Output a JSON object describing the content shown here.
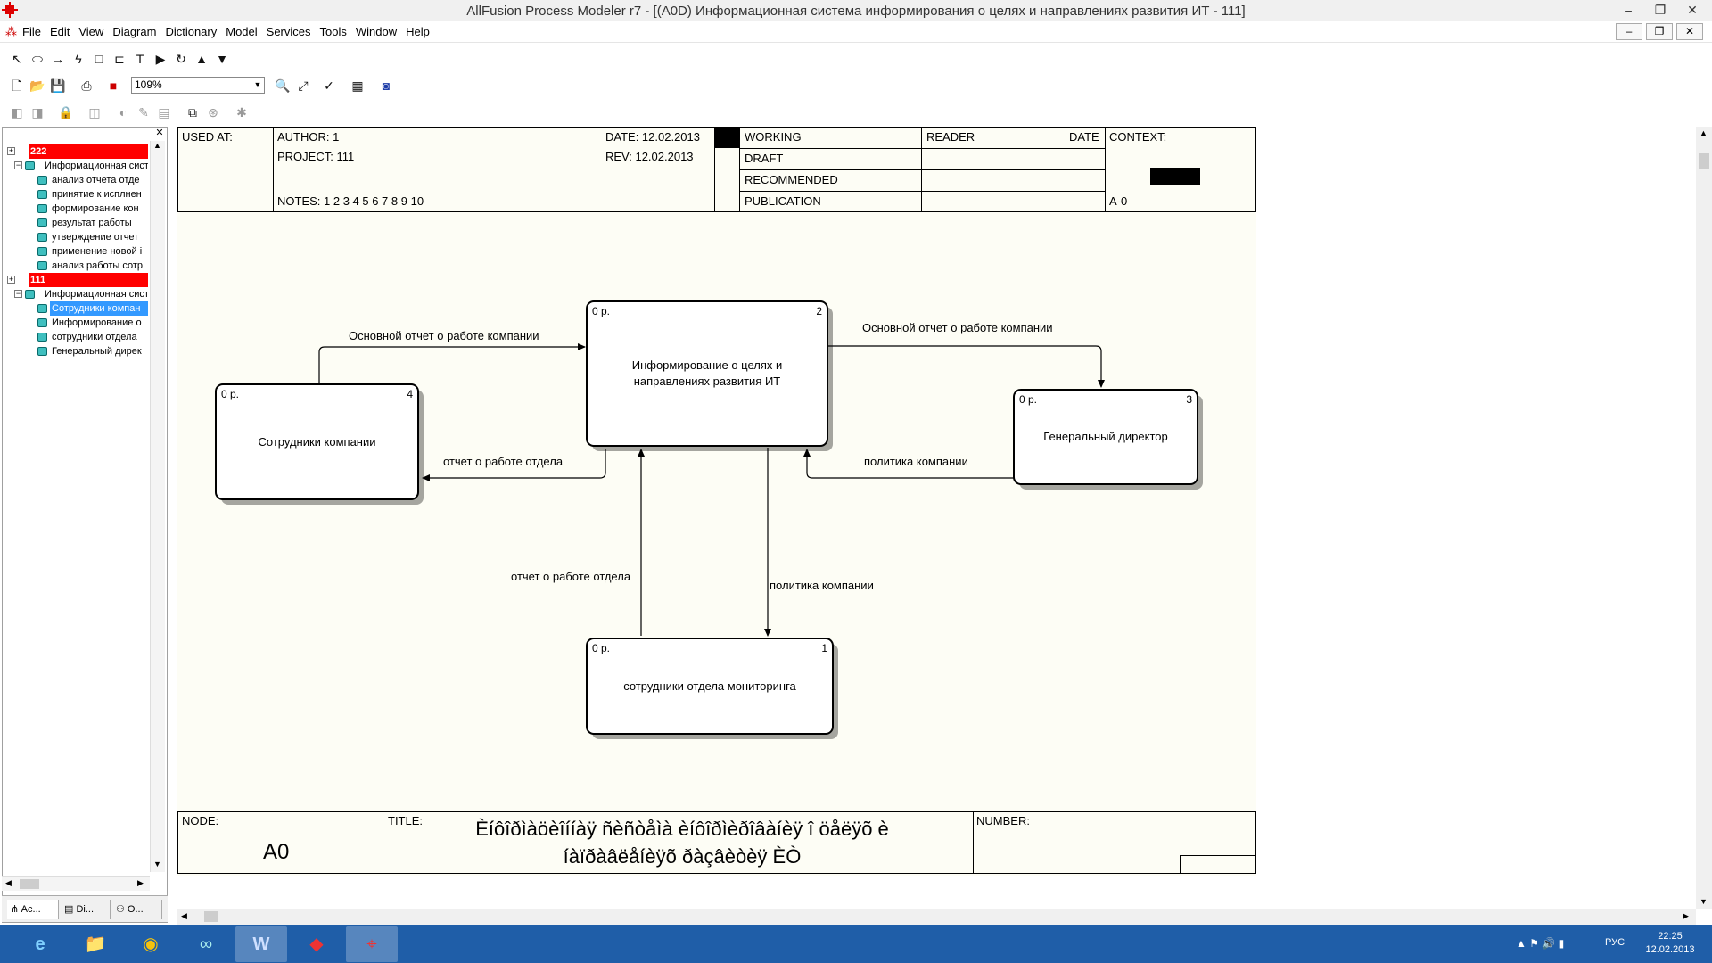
{
  "window": {
    "title": "AllFusion Process Modeler r7 - [(A0D) Информационная система информирования  о целях и направлениях развития ИТ  - 111]",
    "minimize": "–",
    "restore": "❐",
    "close": "✕"
  },
  "menubar": {
    "items": [
      "File",
      "Edit",
      "View",
      "Diagram",
      "Dictionary",
      "Model",
      "Services",
      "Tools",
      "Window",
      "Help"
    ],
    "mdi_minimize": "–",
    "mdi_restore": "❐",
    "mdi_close": "✕"
  },
  "toolbar": {
    "zoom": "109%"
  },
  "tree": {
    "models": [
      {
        "name": "222",
        "root": "Информационная сист",
        "children": [
          "анализ отчета  отде",
          "принятие к исплнен",
          "формирование  кон",
          "результат работы",
          "утверждение  отчет",
          "применение новой і",
          "анализ работы сотр"
        ]
      },
      {
        "name": "111",
        "root": "Информационная сист",
        "children": [
          "Сотрудники компан",
          "Информирование о",
          "сотрудники отдела",
          "Генеральный дирек"
        ]
      }
    ],
    "tabs": [
      "Ac...",
      "Di...",
      "O..."
    ]
  },
  "frame": {
    "used_at": "USED AT:",
    "author": "AUTHOR:  1",
    "project": "PROJECT:  111",
    "date": "DATE:  12.02.2013",
    "rev": "REV:    12.02.2013",
    "notes": "NOTES:  1  2  3  4  5  6  7  8  9  10",
    "working": "WORKING",
    "draft": "DRAFT",
    "recommended": "RECOMMENDED",
    "publication": "PUBLICATION",
    "reader": "READER",
    "reader_date": "DATE",
    "context": "CONTEXT:",
    "context_node": "A-0",
    "node_label": "NODE:",
    "node": "A0",
    "title_label": "TITLE:",
    "title_line1": "Èíôîðìàöèîííàÿ ñèñòåìà èíôîðìèðîâàíèÿ  î öåëÿõ è",
    "title_line2": "íàïðàâëåíèÿõ ðàçâèòèÿ ÈÒ",
    "number_label": "NUMBER:"
  },
  "boxes": {
    "b2": {
      "cost": "0 р.",
      "num": "2",
      "label": "Информирование о целях и направлениях развития ИТ"
    },
    "b4": {
      "cost": "0 р.",
      "num": "4",
      "label": "Сотрудники компании"
    },
    "b3": {
      "cost": "0 р.",
      "num": "3",
      "label": "Генеральный директор"
    },
    "b1": {
      "cost": "0 р.",
      "num": "1",
      "label": "сотрудники отдела мониторинга"
    }
  },
  "arrows": {
    "a1": "Основной отчет о работе компании",
    "a2": "Основной отчет о работе компании",
    "a3": "отчет о работе отдела",
    "a4": "политика компании",
    "a5": "отчет о работе отдела",
    "a6": "политика компании"
  },
  "taskbar": {
    "apps": [
      "e",
      "📁",
      "◉",
      "∞",
      "W",
      "◆",
      "⌖"
    ],
    "lang": "РУС",
    "time": "22:25",
    "date": "12.02.2013",
    "tray_icons": "▲  ⚑  🔊  ▮"
  },
  "colors": {
    "model_header": "#ff0000",
    "selection": "#3399ff",
    "taskbar": "#1f5ea8",
    "node_icon": "#3fbfbf"
  }
}
